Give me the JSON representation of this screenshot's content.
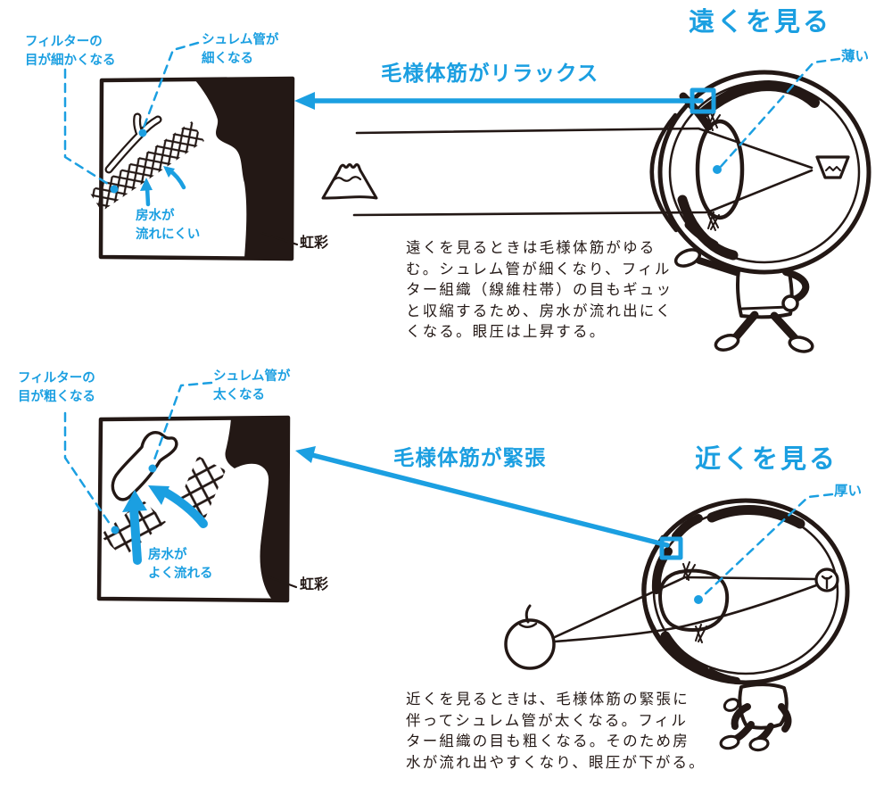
{
  "colors": {
    "accent": "#1b9fe1",
    "ink": "#231815"
  },
  "far_section": {
    "heading": "遠くを見る",
    "muscle_state": "毛様体筋がリラックス",
    "lens_state": "薄い",
    "filter_note": "フィルターの\n目が細かくなる",
    "schlemm_note": "シュレム管が\n細くなる",
    "aqueous_note": "房水が\n流れにくい",
    "iris_label": "虹彩",
    "description": "遠くを見るときは毛様体筋がゆる\nむ。シュレム管が細くなり、フィル\nター組織（線維柱帯）の目もギュッ\nと収縮するため、房水が流れ出にく\nくなる。眼圧は上昇する。"
  },
  "near_section": {
    "heading": "近くを見る",
    "muscle_state": "毛様体筋が緊張",
    "lens_state": "厚い",
    "filter_note": "フィルターの\n目が粗くなる",
    "schlemm_note": "シュレム管が\n太くなる",
    "aqueous_note": "房水が\nよく流れる",
    "iris_label": "虹彩",
    "description": "近くを見るときは、毛様体筋の緊張に\n伴ってシュレム管が太くなる。フィル\nター組織の目も粗くなる。そのため房\n水が流れ出やすくなり、眼圧が下がる。"
  }
}
